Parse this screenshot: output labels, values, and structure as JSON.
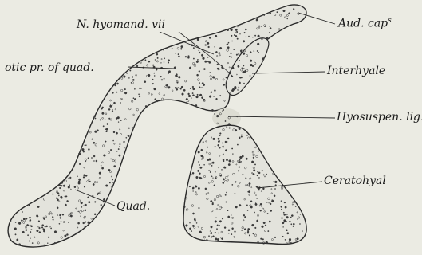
{
  "figure": {
    "labels": {
      "aud_cap": "Aud. cap",
      "aud_cap_sup": "s",
      "n_hyomand": "N. hyomand. vii",
      "otic_pr": "otic pr. of quad.",
      "interhyale": "Interhyale",
      "hyosuspen": "Hyosuspen. lig.",
      "ceratohyal": "Ceratohyal",
      "quad": "Quad."
    },
    "colors": {
      "background": "#ebebe3",
      "cartilage_fill": "#e3e3dc",
      "outline": "#2a2a2a",
      "stipple": "#3a3a3a"
    }
  }
}
